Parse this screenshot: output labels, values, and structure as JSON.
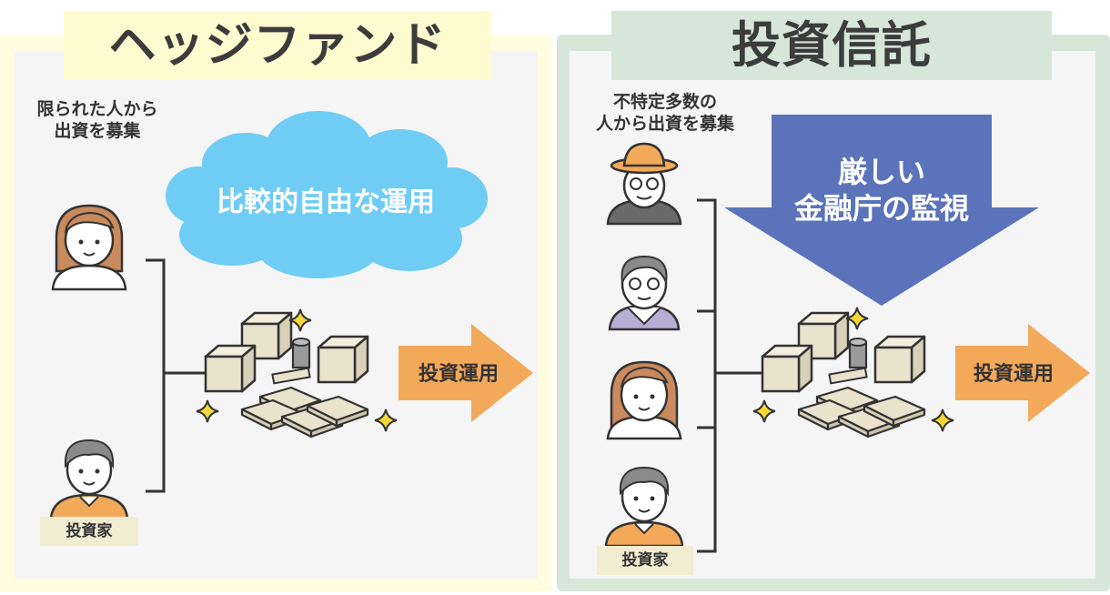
{
  "left": {
    "title": "ヘッジファンド",
    "caption_line1": "限られた人から",
    "caption_line2": "出資を募集",
    "cloud_text": "比較的自由な運用",
    "arrow_text": "投資運用",
    "investor_label": "投資家"
  },
  "right": {
    "title": "投資信託",
    "caption_line1": "不特定多数の",
    "caption_line2": "人から出資を募集",
    "down_arrow_line1": "厳しい",
    "down_arrow_line2": "金融庁の監視",
    "arrow_text": "投資運用",
    "investor_label": "投資家"
  },
  "colors": {
    "left_panel_bg": "#fffde0",
    "right_panel_bg": "#d6e7da",
    "cloud": "#6fcdf5",
    "orange_arrow": "#f2a95a",
    "blue_arrow": "#5b73ba"
  }
}
